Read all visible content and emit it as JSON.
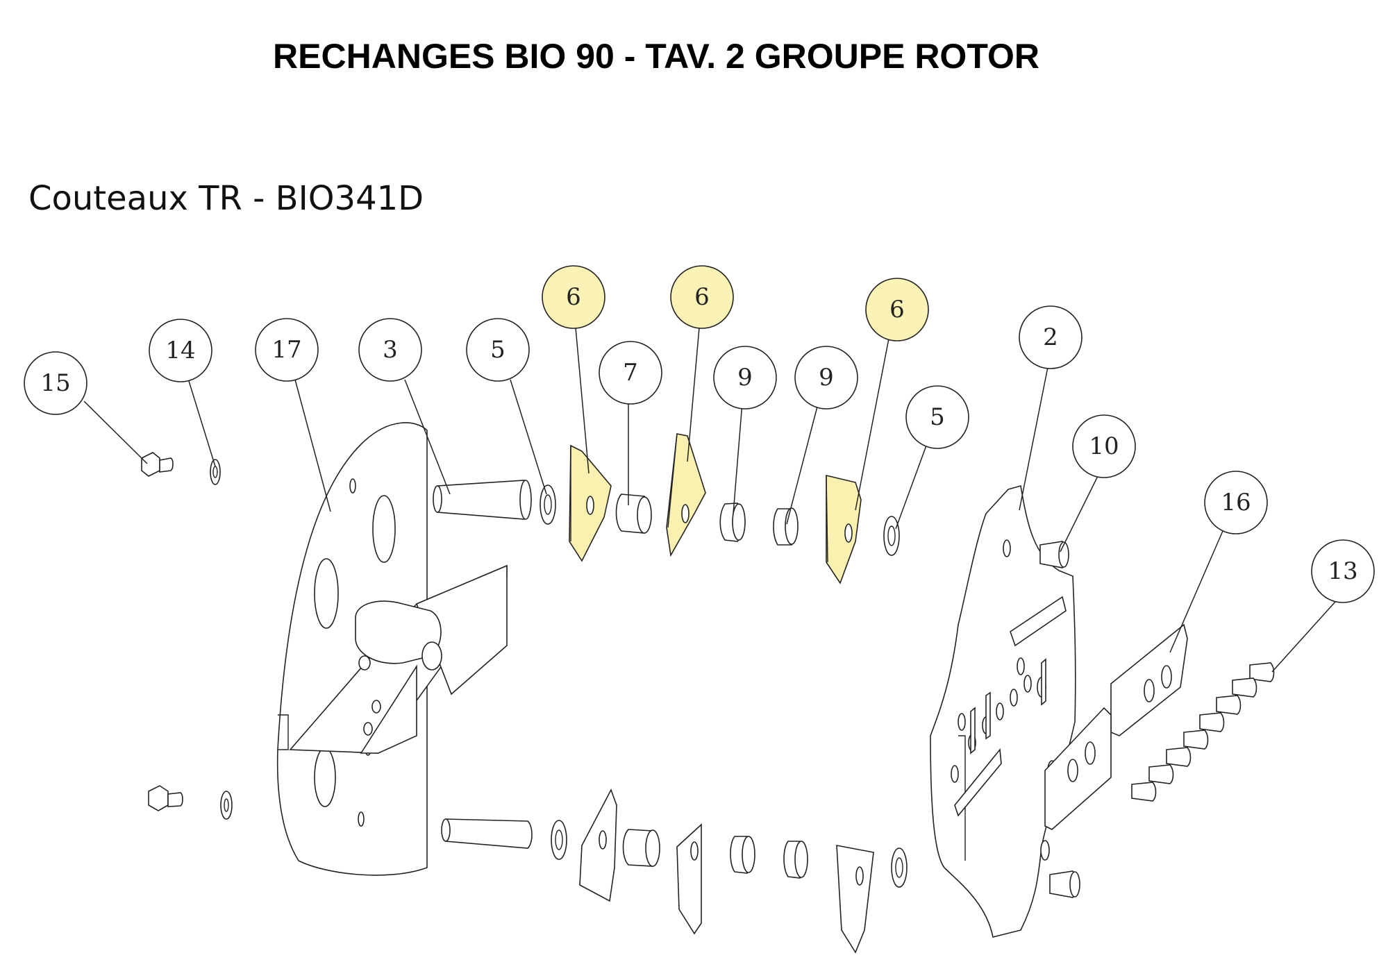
{
  "header": {
    "title": "RECHANGES BIO 90 - TAV. 2 GROUPE ROTOR",
    "subtitle": "Couteaux TR - BIO341D"
  },
  "colors": {
    "highlight": "#fbf3b6",
    "line": "#222222",
    "background": "#ffffff"
  },
  "callouts": [
    {
      "label": "15",
      "highlighted": false
    },
    {
      "label": "14",
      "highlighted": false
    },
    {
      "label": "17",
      "highlighted": false
    },
    {
      "label": "3",
      "highlighted": false
    },
    {
      "label": "5",
      "highlighted": false
    },
    {
      "label": "6",
      "highlighted": true
    },
    {
      "label": "7",
      "highlighted": false
    },
    {
      "label": "6",
      "highlighted": true
    },
    {
      "label": "9",
      "highlighted": false
    },
    {
      "label": "9",
      "highlighted": false
    },
    {
      "label": "6",
      "highlighted": true
    },
    {
      "label": "5",
      "highlighted": false
    },
    {
      "label": "2",
      "highlighted": false
    },
    {
      "label": "10",
      "highlighted": false
    },
    {
      "label": "16",
      "highlighted": false
    },
    {
      "label": "13",
      "highlighted": false
    }
  ]
}
